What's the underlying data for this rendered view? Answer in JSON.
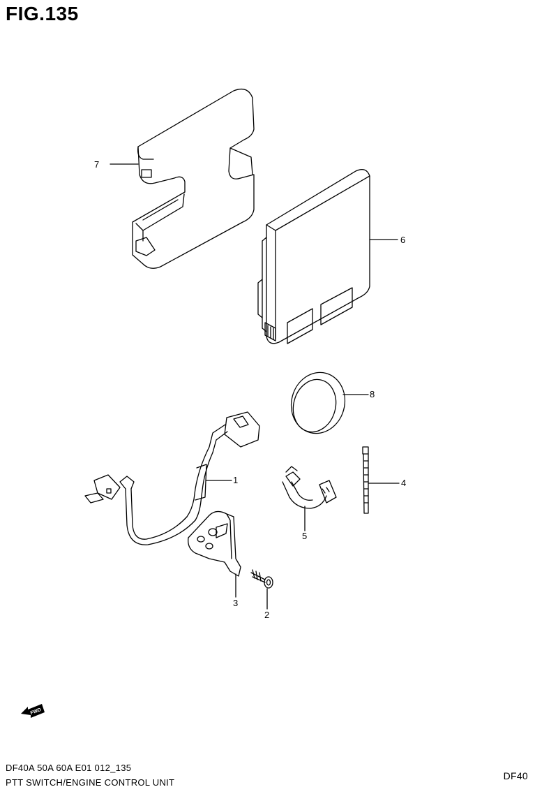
{
  "figure": {
    "title": "FIG.135"
  },
  "callouts": [
    {
      "id": "1",
      "label": "1"
    },
    {
      "id": "2",
      "label": "2"
    },
    {
      "id": "3",
      "label": "3"
    },
    {
      "id": "4",
      "label": "4"
    },
    {
      "id": "5",
      "label": "5"
    },
    {
      "id": "6",
      "label": "6"
    },
    {
      "id": "7",
      "label": "7"
    },
    {
      "id": "8",
      "label": "8"
    }
  ],
  "fwd_label": "FWD",
  "footer": {
    "code": "DF40A 50A 60A E01 012_135",
    "title": "PTT SWITCH/ENGINE CONTROL UNIT",
    "model": "DF40"
  }
}
